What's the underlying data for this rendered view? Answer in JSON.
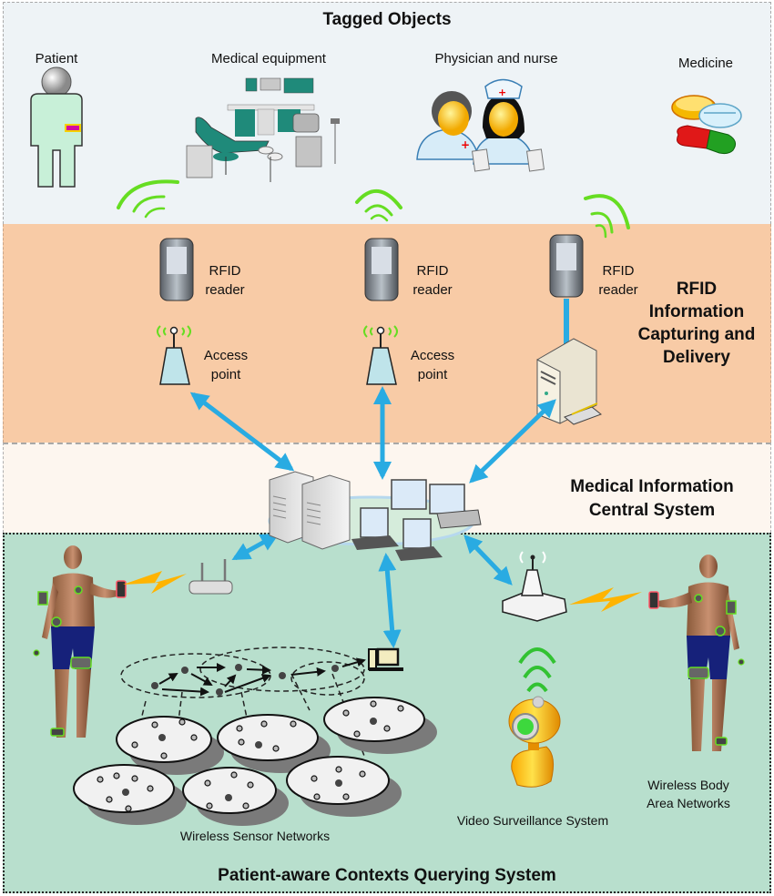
{
  "diagram": {
    "sections": {
      "tagged_objects": {
        "title": "Tagged Objects",
        "items": [
          {
            "label": "Patient",
            "icon": "patient-icon"
          },
          {
            "label": "Medical equipment",
            "icon": "medical-equipment-icon"
          },
          {
            "label": "Physician and nurse",
            "icon": "physician-nurse-icon"
          },
          {
            "label": "Medicine",
            "icon": "medicine-icon"
          }
        ]
      },
      "rfid": {
        "title_lines": [
          "RFID",
          "Information",
          "Capturing and",
          "Delivery"
        ],
        "readers": [
          {
            "line1": "RFID",
            "line2": "reader"
          },
          {
            "line1": "RFID",
            "line2": "reader"
          },
          {
            "line1": "RFID",
            "line2": "reader"
          }
        ],
        "access_points": [
          {
            "line1": "Access",
            "line2": "point"
          },
          {
            "line1": "Access",
            "line2": "point"
          }
        ]
      },
      "central": {
        "title_lines": [
          "Medical Information",
          "Central System"
        ]
      },
      "patient_aware": {
        "title": "Patient-aware Contexts Querying System",
        "wsn_label": "Wireless Sensor Networks",
        "video_label": "Video Surveillance System",
        "wban_lines": [
          "Wireless Body",
          "Area Networks"
        ]
      }
    },
    "colors": {
      "arrow": "#29abe2",
      "signal": "#66dd22",
      "lightning": "#ffb400",
      "tagged_bg": "#eef3f6",
      "rfid_bg": "#f8cba6",
      "central_bg": "#fdf6ef",
      "patient_bg": "#b8dfcd"
    }
  }
}
